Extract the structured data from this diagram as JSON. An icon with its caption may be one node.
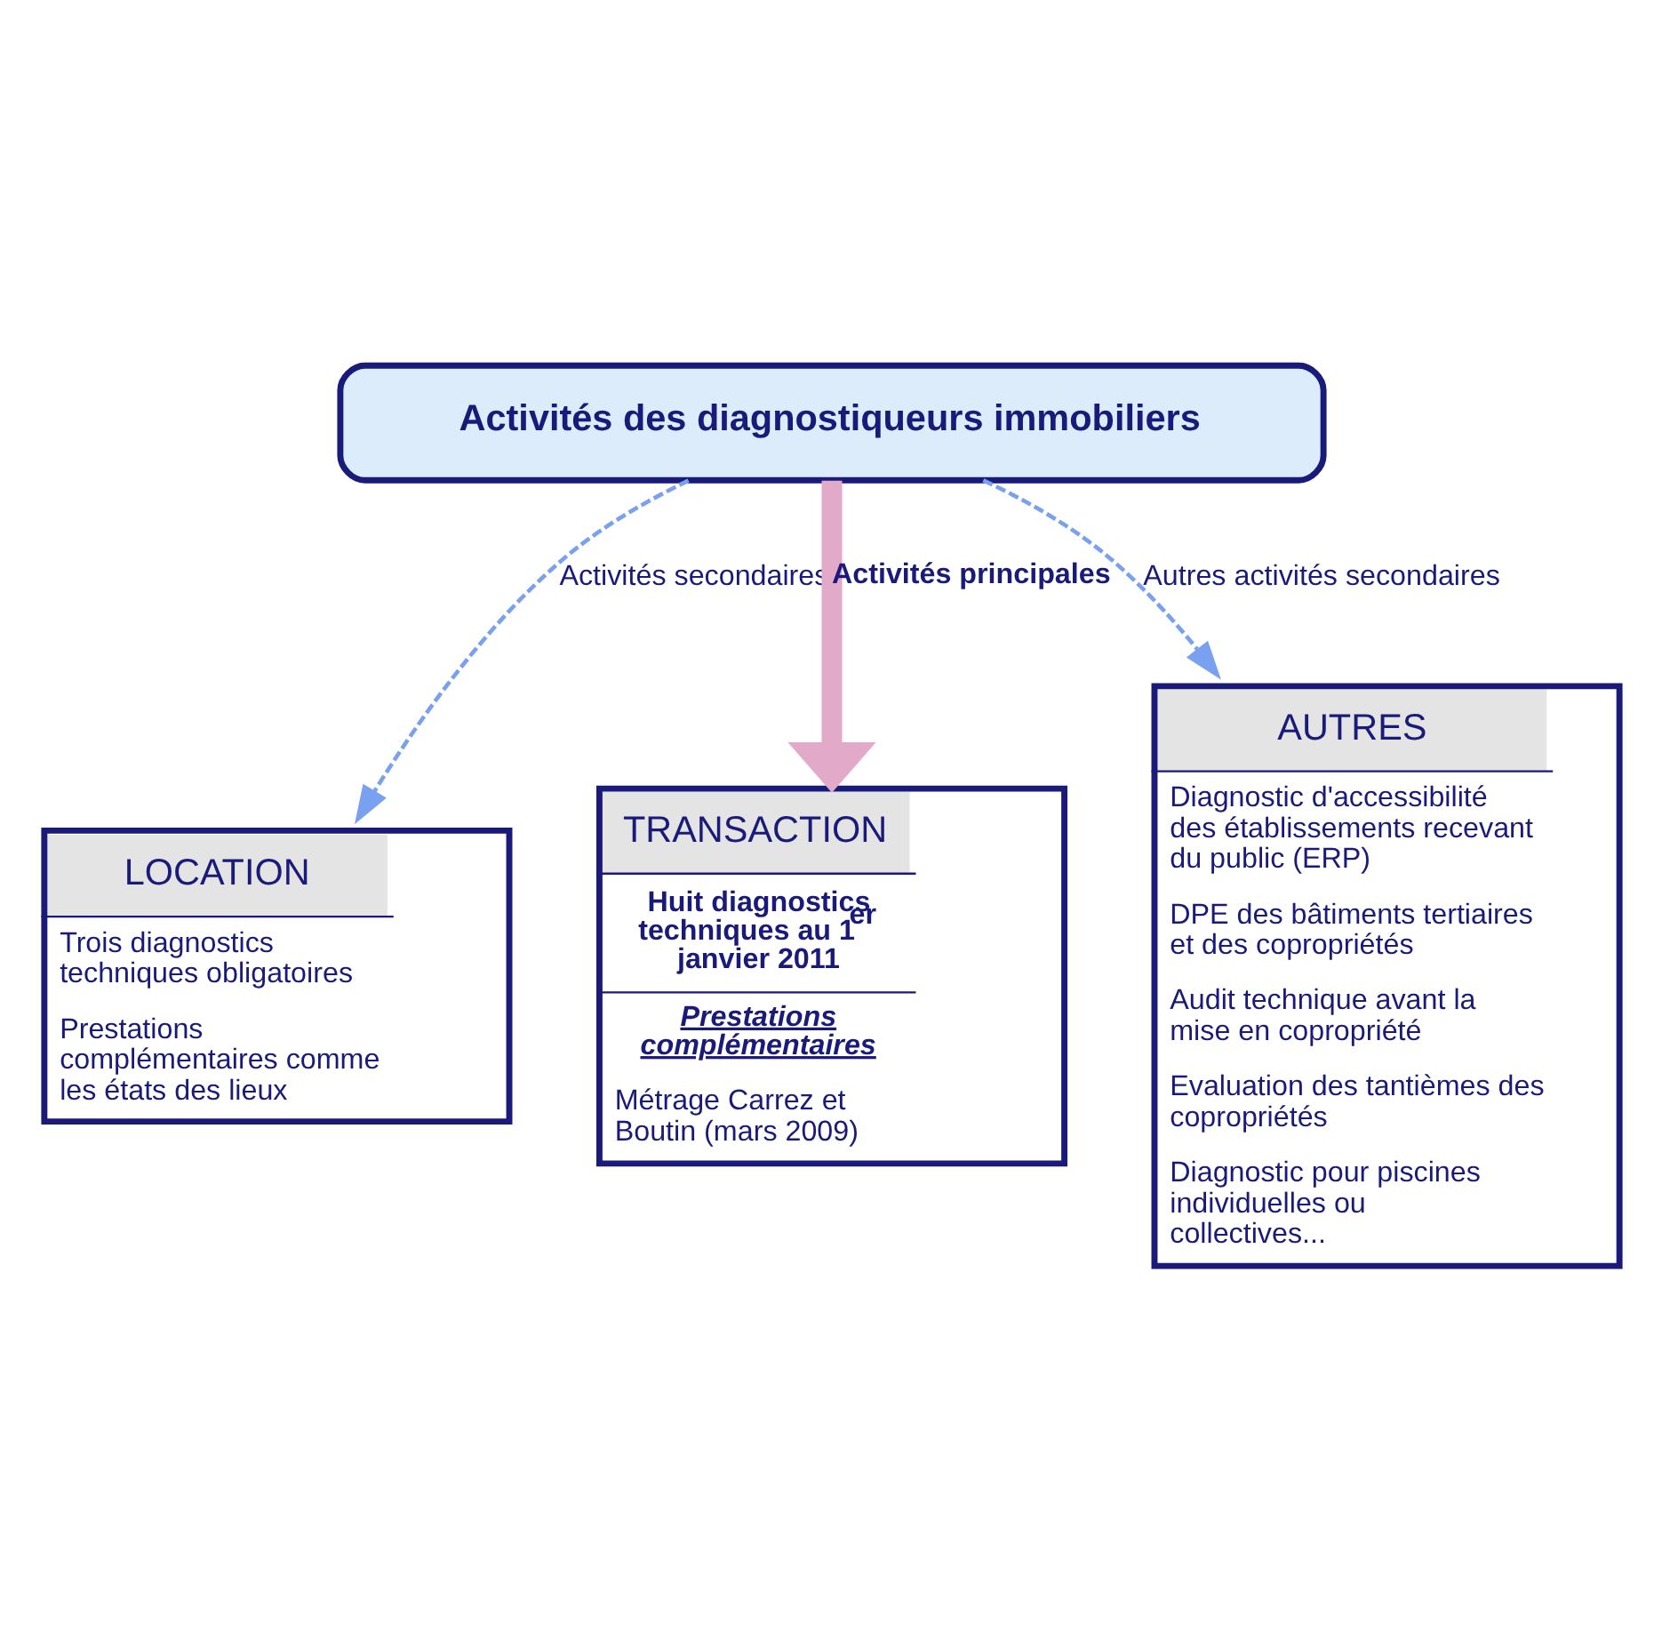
{
  "diagram": {
    "nodes": [
      {
        "text": [
          "Activités des diagnostiqueurs immobiliers"
        ]
      },
      {
        "text": [
          "LOCATION",
          "Trois diagnostics techniques obligatoires",
          "Prestations complémentaires comme les états des lieux"
        ]
      },
      {
        "text": [
          "TRANSACTION",
          "Huit diagnostics techniques au 1$^{er}$ janvier 2011",
          "Prestations complémentaires",
          "Métrage Carrez et Boutin (mars 2009)"
        ]
      },
      {
        "text": [
          "AUTRES",
          "Diagnostic d'accessibilité des établissements recevant du public (ERP)",
          "DPE des bâtiments tertiaires et des copropriétés",
          "Audit technique avant la mise en copropriété",
          "Evaluation des tantièmes des copropriétés",
          "Diagnostic pour piscines individuelles ou collectives..."
        ]
      }
    ],
    "edges": [
      {
        "from": 0,
        "to": 1,
        "arrow": "to",
        "label": "Activités secondaires",
        "style": "dashed"
      },
      {
        "from": 0,
        "to": 2,
        "arrow": "to",
        "label": "Activités principales",
        "style": "thick",
        "color": "#e2aac8"
      },
      {
        "from": 0,
        "to": 3,
        "arrow": "to",
        "label": "Autres activités secondaires",
        "style": "dashed"
      }
    ]
  }
}
